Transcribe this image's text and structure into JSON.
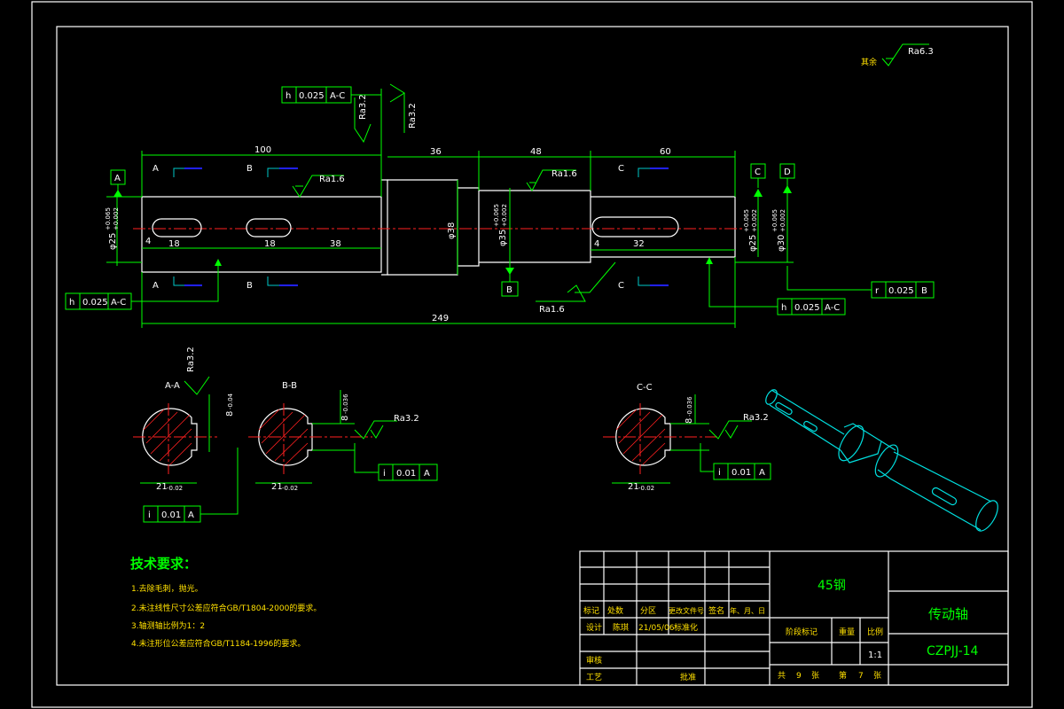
{
  "roughness_other": {
    "label": "其余",
    "value": "Ra6.3"
  },
  "dimensions": {
    "d100": "100",
    "d36": "36",
    "d48": "48",
    "d60": "60",
    "d249": "249",
    "d18a": "18",
    "d18b": "18",
    "d38": "38",
    "d32": "32",
    "d4a": "4",
    "d4b": "4",
    "dia_left": "φ25",
    "dia_left_tol_top": "+0.065",
    "dia_left_tol_bot": "+0.002",
    "dia_38": "φ38",
    "dia_35": "φ35",
    "dia_35_tol_top": "+0.065",
    "dia_35_tol_bot": "+0.002",
    "dia_right_a": "φ25",
    "dia_right_a_tol_top": "+0.065",
    "dia_right_a_tol_bot": "+0.002",
    "dia_right_b": "φ30",
    "dia_right_b_tol_top": "+0.065",
    "dia_right_b_tol_bot": "+0.002"
  },
  "roughness": {
    "ra16_top": "Ra1.6",
    "ra16_mid": "Ra1.6",
    "ra16_bottom": "Ra1.6",
    "ra32_a": "Ra3.2",
    "ra32_b": "Ra3.2"
  },
  "datums": {
    "a": "A",
    "b": "B",
    "c": "C",
    "d": "D"
  },
  "section_marks": {
    "a": "A",
    "b": "B",
    "c": "C"
  },
  "tolerance_frames": {
    "top": {
      "symbol": "h",
      "value": "0.025",
      "datum": "A-C"
    },
    "left": {
      "symbol": "h",
      "value": "0.025",
      "datum": "A-C"
    },
    "rightb": {
      "symbol": "h",
      "value": "0.025",
      "datum": "A-C"
    },
    "rightr": {
      "symbol": "r",
      "value": "0.025",
      "datum": "B"
    }
  },
  "sections": {
    "aa": {
      "title": "A-A",
      "width": "21",
      "width_tol": "-0.02",
      "key": "8",
      "key_tol": "-0.04",
      "ra": "Ra3.2",
      "frame": {
        "symbol": "i",
        "value": "0.01",
        "datum": "A"
      }
    },
    "bb": {
      "title": "B-B",
      "width": "21",
      "width_tol": "-0.02",
      "key": "8",
      "key_tol": "-0.036",
      "ra": "Ra3.2",
      "frame": {
        "symbol": "i",
        "value": "0.01",
        "datum": "A"
      }
    },
    "cc": {
      "title": "C-C",
      "width": "21",
      "width_tol": "-0.02",
      "key": "8",
      "key_tol": "-0.036",
      "ra": "Ra3.2",
      "frame": {
        "symbol": "i",
        "value": "0.01",
        "datum": "A"
      }
    }
  },
  "technical_requirements": {
    "title": "技术要求：",
    "items": [
      "1.去除毛刺，抛光。",
      "2.未注线性尺寸公差应符合GB/T1804-2000的要求。",
      "3.轴测轴比例为1：2",
      "4.未注形位公差应符合GB/T1184-1996的要求。"
    ]
  },
  "title_block": {
    "material": "45钢",
    "part_name": "传动轴",
    "drawing_no": "CZPJJ-14",
    "row_headers": [
      "标记",
      "处数",
      "分区",
      "更改文件号",
      "签名",
      "年、月、日"
    ],
    "design_label": "设计",
    "designer": "陈琪",
    "date": "21/05/06",
    "standardize": "标准化",
    "stage_mark": "阶段标记",
    "weight": "重量",
    "scale_label": "比例",
    "scale": "1:1",
    "review": "审核",
    "process": "工艺",
    "approve": "批准",
    "total_label": "共",
    "total": "9",
    "sheets_label": "张",
    "page_label": "第",
    "page": "7",
    "page_suffix": "张"
  }
}
